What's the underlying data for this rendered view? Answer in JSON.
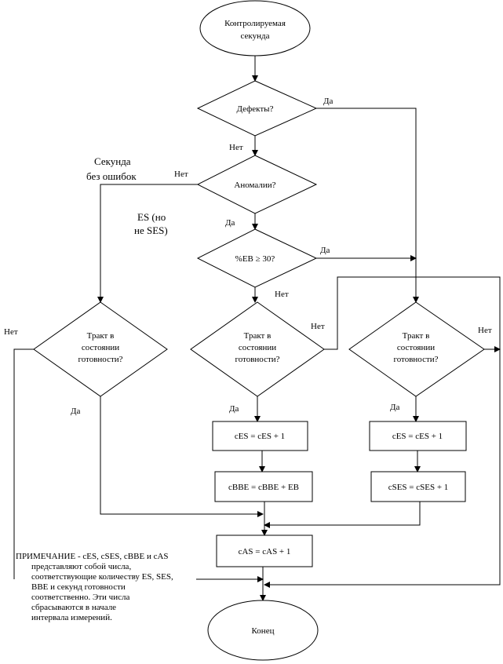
{
  "start": {
    "line1": "Контролируемая",
    "line2": "секунда"
  },
  "end": "Конец",
  "decisions": {
    "defects": "Дефекты?",
    "anomalies": "Аномалии?",
    "eb_threshold": "%EB ≥ 30?",
    "ready": {
      "line1": "Тракт в",
      "line2": "состоянии",
      "line3": "готовности?"
    }
  },
  "labels": {
    "yes": "Да",
    "no": "Нет",
    "error_free_line1": "Секунда",
    "error_free_line2": "без ошибок",
    "es_line1": "ES (но",
    "es_line2": "не SES)"
  },
  "processes": {
    "ces_mid": "cES = cES + 1",
    "cbbe": "cBBE = cBBE + EB",
    "ces_right": "cES = cES + 1",
    "cses": "cSES = cSES + 1",
    "cas": "cAS = cAS + 1"
  },
  "note": {
    "first_line": "ПРИМЕЧАНИЕ - cES, cSES, cBBE и cAS",
    "rest": "представляют собой числа,\nсоответствующие количеству ES, SES,\nBBE и секунд  готовности\nсоответственно.  Эти числа\nсбрасываются в начале\nинтервала измерений."
  }
}
